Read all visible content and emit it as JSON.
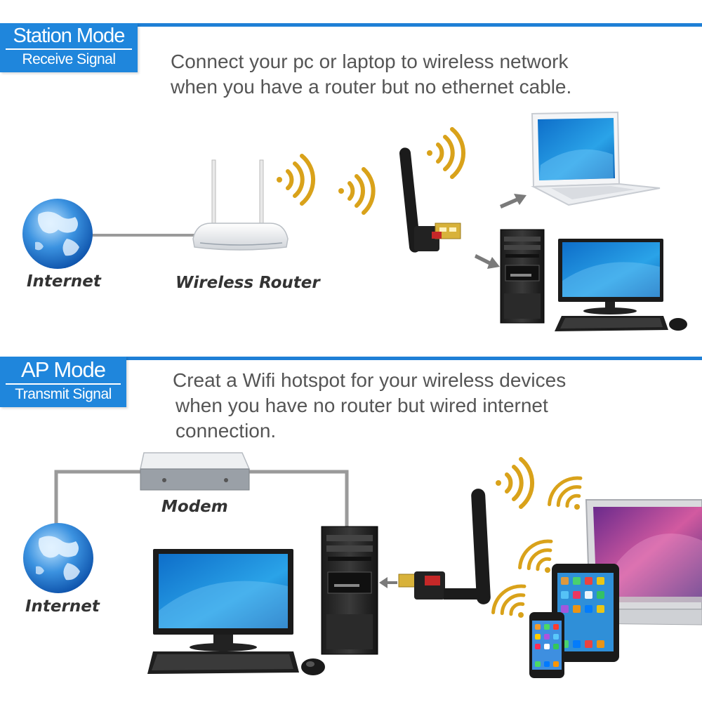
{
  "station": {
    "title": "Station Mode",
    "subtitle": "Receive Signal",
    "description_line1": "Connect your pc or laptop to wireless network",
    "description_line2": "when you have a router but no ethernet cable.",
    "label_internet": "Internet",
    "label_router": "Wireless Router"
  },
  "ap": {
    "title": "AP Mode",
    "subtitle": "Transmit Signal",
    "description_line1": "Creat a Wifi hotspot for your wireless devices",
    "description_line2": "when you have no router but wired internet",
    "description_line3": "connection.",
    "label_modem": "Modem",
    "label_internet": "Internet"
  },
  "colors": {
    "accent_blue": "#1f86dc",
    "signal_gold": "#d9a21a",
    "text_gray": "#555555"
  }
}
